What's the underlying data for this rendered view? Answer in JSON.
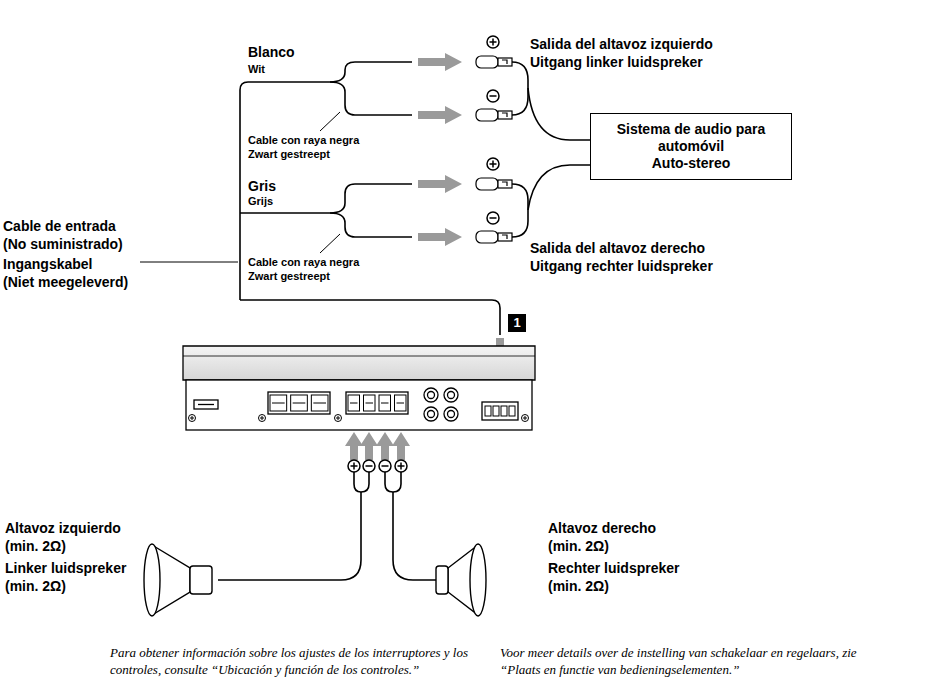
{
  "diagram": {
    "nodes": [
      {
        "text": [
          "Sistema de audio para automóvil",
          "Auto-stereo"
        ]
      }
    ],
    "edges": [],
    "labels": [
      "Blanco",
      "Wit",
      "Salida del altavoz izquierdo",
      "Uitgang linker luidspreker",
      "Cable con raya negra",
      "Zwart gestreept",
      "Gris",
      "Grijs",
      "Salida del altavoz derecho",
      "Uitgang rechter luidspreker",
      "Cable con raya negra",
      "Zwart gestreept",
      "Cable de entrada",
      "(No suministrado)",
      "Ingangskabel",
      "(Niet meegeleverd)",
      "1",
      "Altavoz izquierdo",
      "(min. 2Ω)",
      "Linker luidspreker",
      "(min. 2Ω)",
      "Altavoz derecho",
      "(min. 2Ω)",
      "Rechter luidspreker",
      "(min. 2Ω)",
      "Para obtener información sobre los ajustes de los interruptores y los controles, consulte “Ubicación y función de los controles.”",
      "Voor meer details over de instelling van schakelaar en regelaars, zie “Plaats en functie van bedieningselementen.”"
    ]
  }
}
